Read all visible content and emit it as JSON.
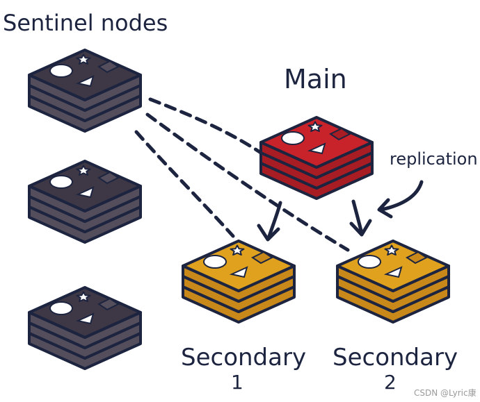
{
  "title": "Sentinel nodes",
  "main_label": "Main",
  "replication_label": "replication",
  "secondary_1": {
    "word": "Secondary",
    "number": "1"
  },
  "secondary_2": {
    "word": "Secondary",
    "number": "2"
  },
  "watermark": "CSDN @Lyric康",
  "colors": {
    "outline": "#1c2440",
    "sentinel_top": "#3e3846",
    "sentinel_side": "#544e5c",
    "main_top": "#c8222a",
    "main_side": "#a81c24",
    "secondary_top": "#e0a21e",
    "secondary_side": "#c8891a",
    "ink": "#1c2440"
  }
}
